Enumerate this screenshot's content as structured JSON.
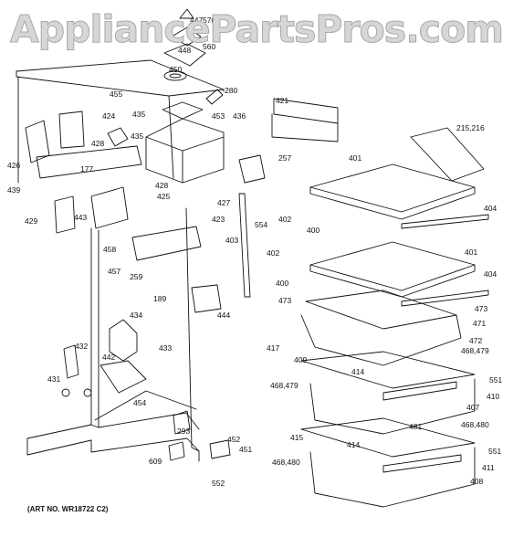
{
  "watermark": "AppliancePartsPros.com",
  "caption": "(ART NO. WR18722 C2)",
  "part_labels": [
    "447",
    "570",
    "448",
    "560",
    "450",
    "280",
    "455",
    "421",
    "435",
    "453",
    "436",
    "424",
    "428",
    "426",
    "435",
    "257",
    "215,216",
    "177",
    "439",
    "428",
    "425",
    "401",
    "427",
    "402",
    "404",
    "429",
    "443",
    "423",
    "554",
    "400",
    "403",
    "401",
    "458",
    "402",
    "404",
    "457",
    "259",
    "400",
    "473",
    "189",
    "444",
    "473",
    "471",
    "434",
    "472",
    "417",
    "432",
    "442",
    "433",
    "409",
    "468,479",
    "431",
    "414",
    "551",
    "454",
    "468,479",
    "410",
    "407",
    "293",
    "481",
    "468,480",
    "452",
    "415",
    "414",
    "609",
    "451",
    "551",
    "468,480",
    "411",
    "552",
    "408"
  ],
  "colors": {
    "line": "#111111",
    "watermark": "#d6d6d6"
  }
}
